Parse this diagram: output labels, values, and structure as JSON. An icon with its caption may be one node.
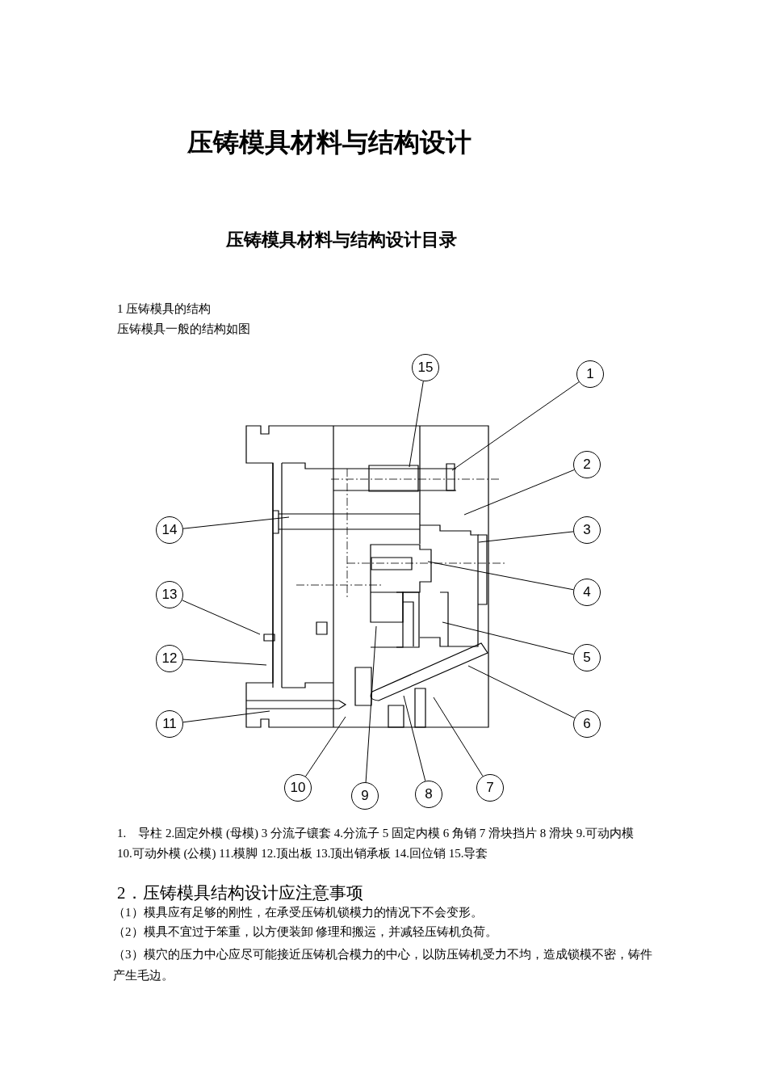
{
  "diagram": {
    "title": "压铸模具材料与结构设计",
    "nodes": [
      {
        "text": [
          "1"
        ]
      },
      {
        "text": [
          "2"
        ]
      },
      {
        "text": [
          "3"
        ]
      },
      {
        "text": [
          "4"
        ]
      },
      {
        "text": [
          "5"
        ]
      },
      {
        "text": [
          "6"
        ]
      },
      {
        "text": [
          "7"
        ]
      },
      {
        "text": [
          "8"
        ]
      },
      {
        "text": [
          "9"
        ]
      },
      {
        "text": [
          "10"
        ]
      },
      {
        "text": [
          "11"
        ]
      },
      {
        "text": [
          "12"
        ]
      },
      {
        "text": [
          "13"
        ]
      },
      {
        "text": [
          "14"
        ]
      },
      {
        "text": [
          "15"
        ]
      }
    ],
    "edges": [
      {
        "from": 0,
        "to": null,
        "arrow": "none"
      },
      {
        "from": 1,
        "to": null,
        "arrow": "none"
      },
      {
        "from": 2,
        "to": null,
        "arrow": "none"
      },
      {
        "from": 3,
        "to": null,
        "arrow": "none"
      },
      {
        "from": 4,
        "to": null,
        "arrow": "none"
      },
      {
        "from": 5,
        "to": null,
        "arrow": "none"
      },
      {
        "from": 6,
        "to": null,
        "arrow": "none"
      },
      {
        "from": 7,
        "to": null,
        "arrow": "none"
      },
      {
        "from": 8,
        "to": null,
        "arrow": "none"
      },
      {
        "from": 9,
        "to": null,
        "arrow": "none"
      },
      {
        "from": 10,
        "to": null,
        "arrow": "none"
      },
      {
        "from": 11,
        "to": null,
        "arrow": "none"
      },
      {
        "from": 12,
        "to": null,
        "arrow": "none"
      },
      {
        "from": 13,
        "to": null,
        "arrow": "none"
      },
      {
        "from": 14,
        "to": null,
        "arrow": "none"
      }
    ],
    "labels": [
      "压铸模具材料与结构设计目录",
      "1 压铸模具的结构",
      "压铸模具一般的结构如图",
      "1.　导柱 2.固定外模 (母模) 3 分流子镶套 4.分流子 5 固定内模 6 角销 7 滑块挡片 8 滑块 9.可动内模 10.可动外模 (公模) 11.模脚 12.顶出板 13.顶出销承板 14.回位销 15.导套",
      "2．压铸模具结构设计应注意事项",
      "（1）模具应有足够的刚性，在承受压铸机锁模力的情况下不会变形。",
      "（2）模具不宜过于笨重，以方便装卸 修理和搬运，并减轻压铸机负荷。",
      "（3）模穴的压力中心应尽可能接近压铸机合模力的中心，以防压铸机受力不均，造成锁模不密，铸件产生毛边。"
    ]
  }
}
